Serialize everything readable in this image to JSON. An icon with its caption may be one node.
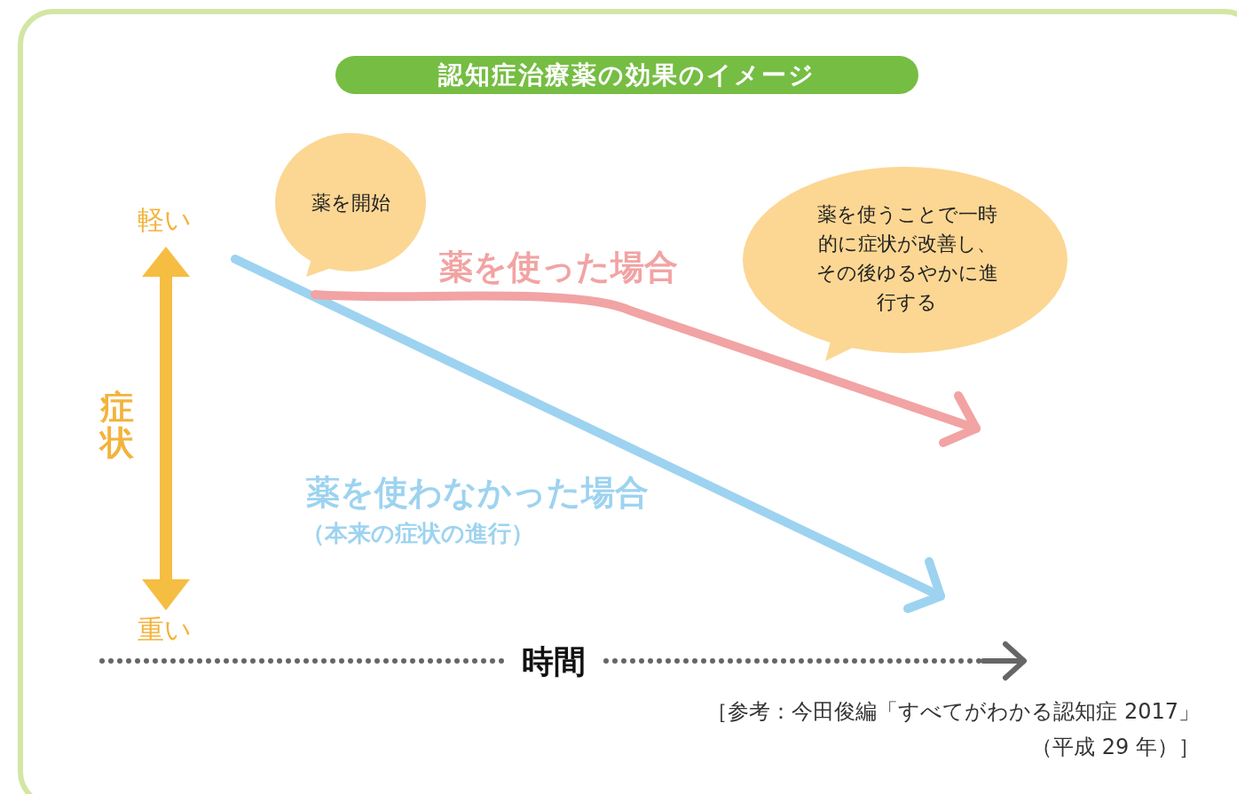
{
  "diagram": {
    "title": "認知症治療薬の効果のイメージ",
    "nodes": [
      {
        "text": [
          "薬を開始"
        ]
      },
      {
        "text": [
          "薬を使うことで一時的に症状が改善し、その後ゆるやかに進行する"
        ]
      }
    ],
    "edges": [],
    "labels": [
      "軽い",
      "薬を使った場合",
      "症状",
      "薬を使わなかった場合",
      "（本来の症状の進行）",
      "重い",
      "時間",
      "［参考：今田俊編「すべてがわかる認知症 2017」",
      "（平成 29 年）］"
    ]
  }
}
